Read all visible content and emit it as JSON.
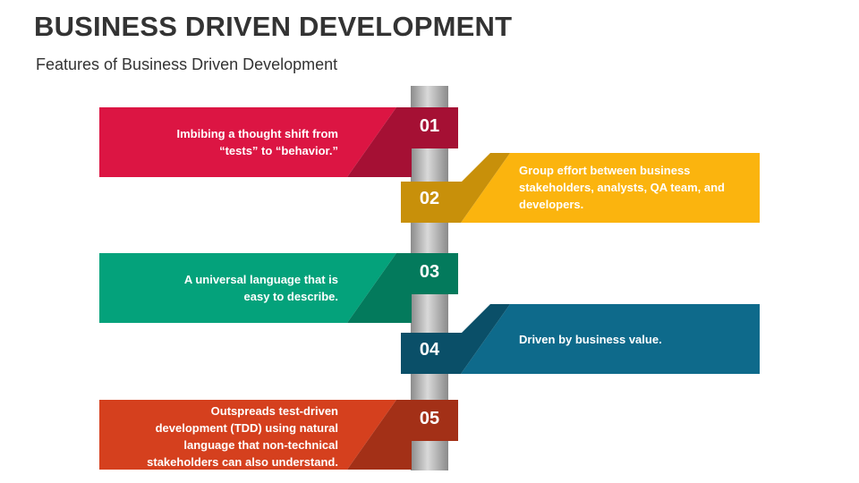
{
  "title": "BUSINESS DRIVEN DEVELOPMENT",
  "subtitle": "Features of Business Driven Development",
  "colors": {
    "pole": "#a6a6a6",
    "title_text": "#333333"
  },
  "items": [
    {
      "number": "01",
      "text": "Imbibing a thought shift from\n“tests” to “behavior.”",
      "side": "left",
      "color": "#dc1543",
      "dark": "#a51034"
    },
    {
      "number": "02",
      "text": "Group effort between business\nstakeholders, analysts, QA team, and\ndevelopers.",
      "side": "right",
      "color": "#fbb40e",
      "dark": "#c8900a"
    },
    {
      "number": "03",
      "text": "A universal language that is\neasy to describe.",
      "side": "left",
      "color": "#04a27b",
      "dark": "#037a5c"
    },
    {
      "number": "04",
      "text": "Driven by business value.",
      "side": "right",
      "color": "#0e6a8b",
      "dark": "#0a4f68"
    },
    {
      "number": "05",
      "text": "Outspreads test-driven\ndevelopment (TDD) using natural\nlanguage that non-technical\nstakeholders can also understand.",
      "side": "left",
      "color": "#d5401e",
      "dark": "#a33017"
    }
  ]
}
